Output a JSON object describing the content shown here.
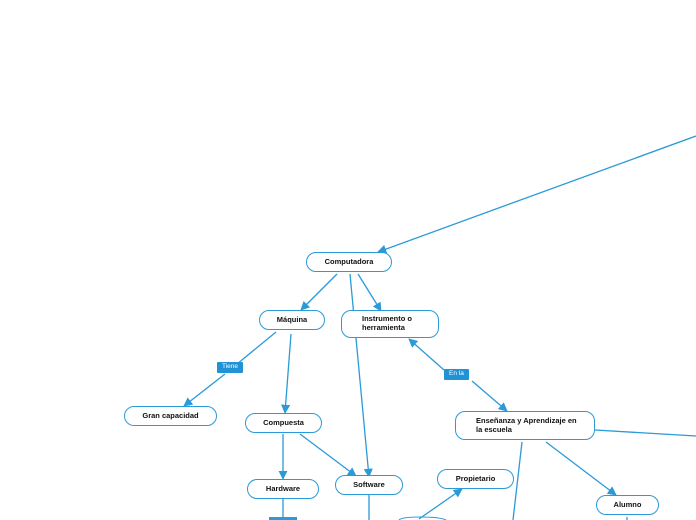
{
  "nodes": {
    "computadora": "Computadora",
    "maquina": "Máquina",
    "instrumento": "Instrumento o herramienta",
    "gran_capacidad": "Gran capacidad",
    "compuesta": "Compuesta",
    "ensenanza": "Enseñanza y Aprendizaje en la escuela",
    "hardware": "Hardware",
    "software": "Software",
    "propietario": "Propietario",
    "alumno": "Alumno"
  },
  "labels": {
    "tiene": "Tiene",
    "en_la": "En la"
  },
  "colors": {
    "line": "#2a9ad8",
    "tag_bg": "#1f93d6"
  }
}
